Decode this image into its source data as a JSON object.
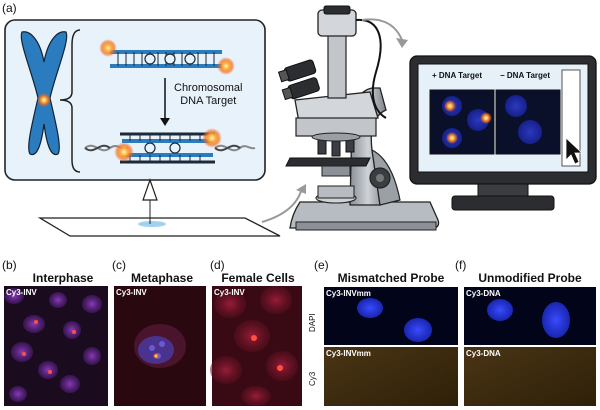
{
  "panels": {
    "a": "(a)",
    "b": "(b)",
    "c": "(c)",
    "d": "(d)",
    "e": "(e)",
    "f": "(f)"
  },
  "schematic": {
    "target_line1": "Chromosomal",
    "target_line2": "DNA Target"
  },
  "monitor": {
    "plus_target": "+ DNA Target",
    "minus_target": "− DNA Target"
  },
  "titles": {
    "b": "Interphase",
    "c": "Metaphase",
    "d": "Female Cells",
    "e": "Mismatched Probe",
    "f": "Unmodified Probe"
  },
  "image_tags": {
    "b": "Cy3-INV",
    "c": "Cy3-INV",
    "d": "Cy3-INV",
    "e_top": "Cy3-INVmm",
    "e_bottom": "Cy3-INVmm",
    "f_top": "Cy3-DNA",
    "f_bottom": "Cy3-DNA"
  },
  "row_labels": {
    "dapi": "DAPI",
    "cy3": "Cy3"
  },
  "colors": {
    "chromosome": "#2b7bbf",
    "panel_bg": "#e8f2fb",
    "probe_glow": "#f26b1d",
    "dapi_blue": "#1f2fd6",
    "cy3_bg": "#3a2a10",
    "monitor_screen": "#e6f0f8"
  },
  "icons": [
    "chromosome-icon",
    "microscope-icon",
    "monitor-icon",
    "cursor-icon",
    "slide-icon",
    "arrow-icon"
  ]
}
